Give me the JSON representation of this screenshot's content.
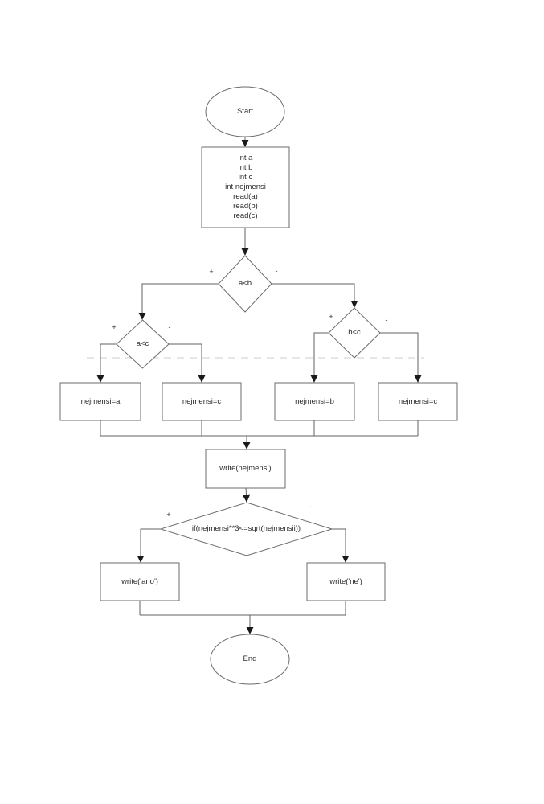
{
  "diagram": {
    "type": "flowchart",
    "background_color": "#ffffff",
    "line_color": "#616161",
    "arrow_color": "#1a1a1a",
    "text_color": "#2b2b2b",
    "guide_line_color": "#cccccc",
    "labels": {
      "plus": "+",
      "minus": "-"
    },
    "nodes": {
      "start": {
        "type": "terminator",
        "label": "Start"
      },
      "init": {
        "type": "process",
        "label": "int a\nint b\nint c\nint nejmensi\nread(a)\nread(b)\nread(c)"
      },
      "decision_ab": {
        "type": "decision",
        "label": "a<b"
      },
      "decision_ac": {
        "type": "decision",
        "label": "a<c"
      },
      "decision_bc": {
        "type": "decision",
        "label": "b<c"
      },
      "assign_a": {
        "type": "process",
        "label": "nejmensi=a"
      },
      "assign_c_left": {
        "type": "process",
        "label": "nejmensi=c"
      },
      "assign_b": {
        "type": "process",
        "label": "nejmensi=b"
      },
      "assign_c_right": {
        "type": "process",
        "label": "nejmensi=c"
      },
      "write_nejmensi": {
        "type": "process",
        "label": "write(nejmensi)"
      },
      "decision_if": {
        "type": "decision",
        "label": "if(nejmensi**3<=sqrt(nejmensii))"
      },
      "write_ano": {
        "type": "process",
        "label": "write('ano')"
      },
      "write_ne": {
        "type": "process",
        "label": "write('ne')"
      },
      "end": {
        "type": "terminator",
        "label": "End"
      }
    },
    "edges": [
      {
        "from": "start",
        "to": "init"
      },
      {
        "from": "init",
        "to": "decision_ab"
      },
      {
        "from": "decision_ab",
        "to": "decision_ac",
        "branch": "+"
      },
      {
        "from": "decision_ab",
        "to": "decision_bc",
        "branch": "-"
      },
      {
        "from": "decision_ac",
        "to": "assign_a",
        "branch": "+"
      },
      {
        "from": "decision_ac",
        "to": "assign_c_left",
        "branch": "-"
      },
      {
        "from": "decision_bc",
        "to": "assign_b",
        "branch": "+"
      },
      {
        "from": "decision_bc",
        "to": "assign_c_right",
        "branch": "-"
      },
      {
        "from": "assign_a",
        "to": "write_nejmensi"
      },
      {
        "from": "assign_c_left",
        "to": "write_nejmensi"
      },
      {
        "from": "assign_b",
        "to": "write_nejmensi"
      },
      {
        "from": "assign_c_right",
        "to": "write_nejmensi"
      },
      {
        "from": "write_nejmensi",
        "to": "decision_if"
      },
      {
        "from": "decision_if",
        "to": "write_ano",
        "branch": "+"
      },
      {
        "from": "decision_if",
        "to": "write_ne",
        "branch": "-"
      },
      {
        "from": "write_ano",
        "to": "end"
      },
      {
        "from": "write_ne",
        "to": "end"
      }
    ]
  }
}
